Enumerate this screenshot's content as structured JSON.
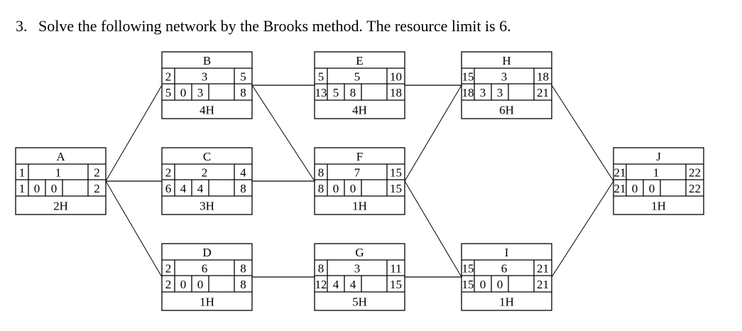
{
  "question": {
    "number": "3.",
    "text": "Solve the following network by the Brooks method. The resource limit is 6."
  },
  "nodes": {
    "A": {
      "name": "A",
      "es": "1",
      "dur": "1",
      "ef": "2",
      "ls": "1",
      "tf": "0",
      "ff": "0",
      "lf": "2",
      "res": "2H"
    },
    "B": {
      "name": "B",
      "es": "2",
      "dur": "3",
      "ef": "5",
      "ls": "5",
      "tf": "0",
      "ff": "3",
      "lf": "8",
      "res": "4H"
    },
    "C": {
      "name": "C",
      "es": "2",
      "dur": "2",
      "ef": "4",
      "ls": "6",
      "tf": "4",
      "ff": "4",
      "lf": "8",
      "res": "3H"
    },
    "D": {
      "name": "D",
      "es": "2",
      "dur": "6",
      "ef": "8",
      "ls": "2",
      "tf": "0",
      "ff": "0",
      "lf": "8",
      "res": "1H"
    },
    "E": {
      "name": "E",
      "es": "5",
      "dur": "5",
      "ef": "10",
      "ls": "13",
      "tf": "5",
      "ff": "8",
      "lf": "18",
      "res": "4H"
    },
    "F": {
      "name": "F",
      "es": "8",
      "dur": "7",
      "ef": "15",
      "ls": "8",
      "tf": "0",
      "ff": "0",
      "lf": "15",
      "res": "1H"
    },
    "G": {
      "name": "G",
      "es": "8",
      "dur": "3",
      "ef": "11",
      "ls": "12",
      "tf": "4",
      "ff": "4",
      "lf": "15",
      "res": "5H"
    },
    "H": {
      "name": "H",
      "es": "15",
      "dur": "3",
      "ef": "18",
      "ls": "18",
      "tf": "3",
      "ff": "3",
      "lf": "21",
      "res": "6H"
    },
    "I": {
      "name": "I",
      "es": "15",
      "dur": "6",
      "ef": "21",
      "ls": "15",
      "tf": "0",
      "ff": "0",
      "lf": "21",
      "res": "1H"
    },
    "J": {
      "name": "J",
      "es": "21",
      "dur": "1",
      "ef": "22",
      "ls": "21",
      "tf": "0",
      "ff": "0",
      "lf": "22",
      "res": "1H"
    }
  },
  "edges": [
    [
      "A",
      "B"
    ],
    [
      "A",
      "C"
    ],
    [
      "A",
      "D"
    ],
    [
      "B",
      "E"
    ],
    [
      "B",
      "F"
    ],
    [
      "C",
      "F"
    ],
    [
      "D",
      "G"
    ],
    [
      "E",
      "H"
    ],
    [
      "F",
      "H"
    ],
    [
      "F",
      "I"
    ],
    [
      "G",
      "I"
    ],
    [
      "H",
      "J"
    ],
    [
      "I",
      "J"
    ]
  ]
}
